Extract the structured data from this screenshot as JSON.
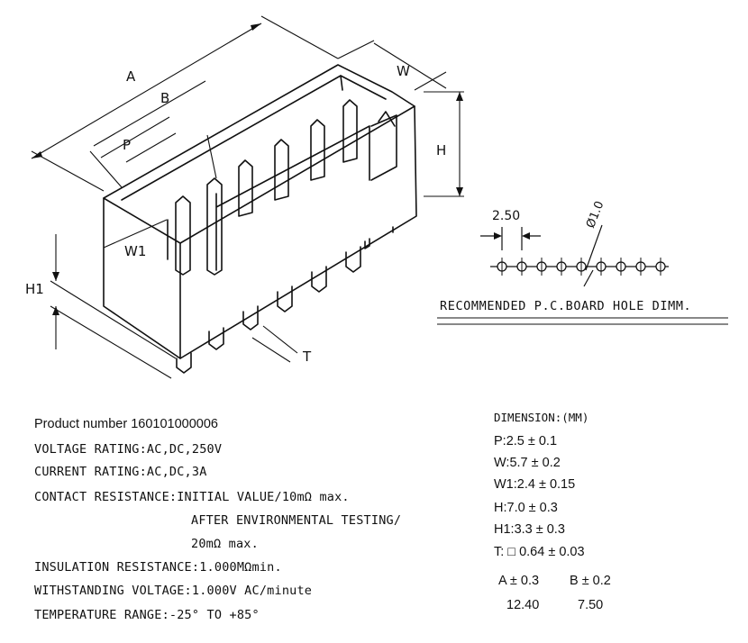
{
  "drawing": {
    "labels": {
      "A": "A",
      "B": "B",
      "P": "P",
      "W": "W",
      "W1": "W1",
      "H": "H",
      "H1": "H1",
      "T": "T"
    },
    "pcb": {
      "pitch": "2.50",
      "hole_diameter": "Ø1.0",
      "caption": "RECOMMENDED P.C.BOARD HOLE DIMM."
    }
  },
  "specs": {
    "product_number": "Product number   160101000006",
    "voltage": "VOLTAGE RATING:AC,DC,250V",
    "current": "CURRENT RATING:AC,DC,3A",
    "contact_1": "CONTACT RESISTANCE:INITIAL VALUE/10mΩ max.",
    "contact_2": "AFTER ENVIRONMENTAL TESTING/",
    "contact_3": "20mΩ max.",
    "insulation": "INSULATION RESISTANCE:1.000MΩmin.",
    "withstanding": "WITHSTANDING VOLTAGE:1.000V AC/minute",
    "temperature": "TEMPERATURE RANGE:-25° TO +85°"
  },
  "dimensions": {
    "header": "DIMENSION:(MM)",
    "P": "P:2.5 ± 0.1",
    "W": "W:5.7 ± 0.2",
    "W1": "W1:2.4 ± 0.15",
    "H": "H:7.0 ± 0.3",
    "H1": "H1:3.3 ± 0.3",
    "T": "T: □ 0.64 ± 0.03",
    "A_head": "A ± 0.3",
    "B_head": "B ± 0.2",
    "A_val": "12.40",
    "B_val": "7.50"
  }
}
